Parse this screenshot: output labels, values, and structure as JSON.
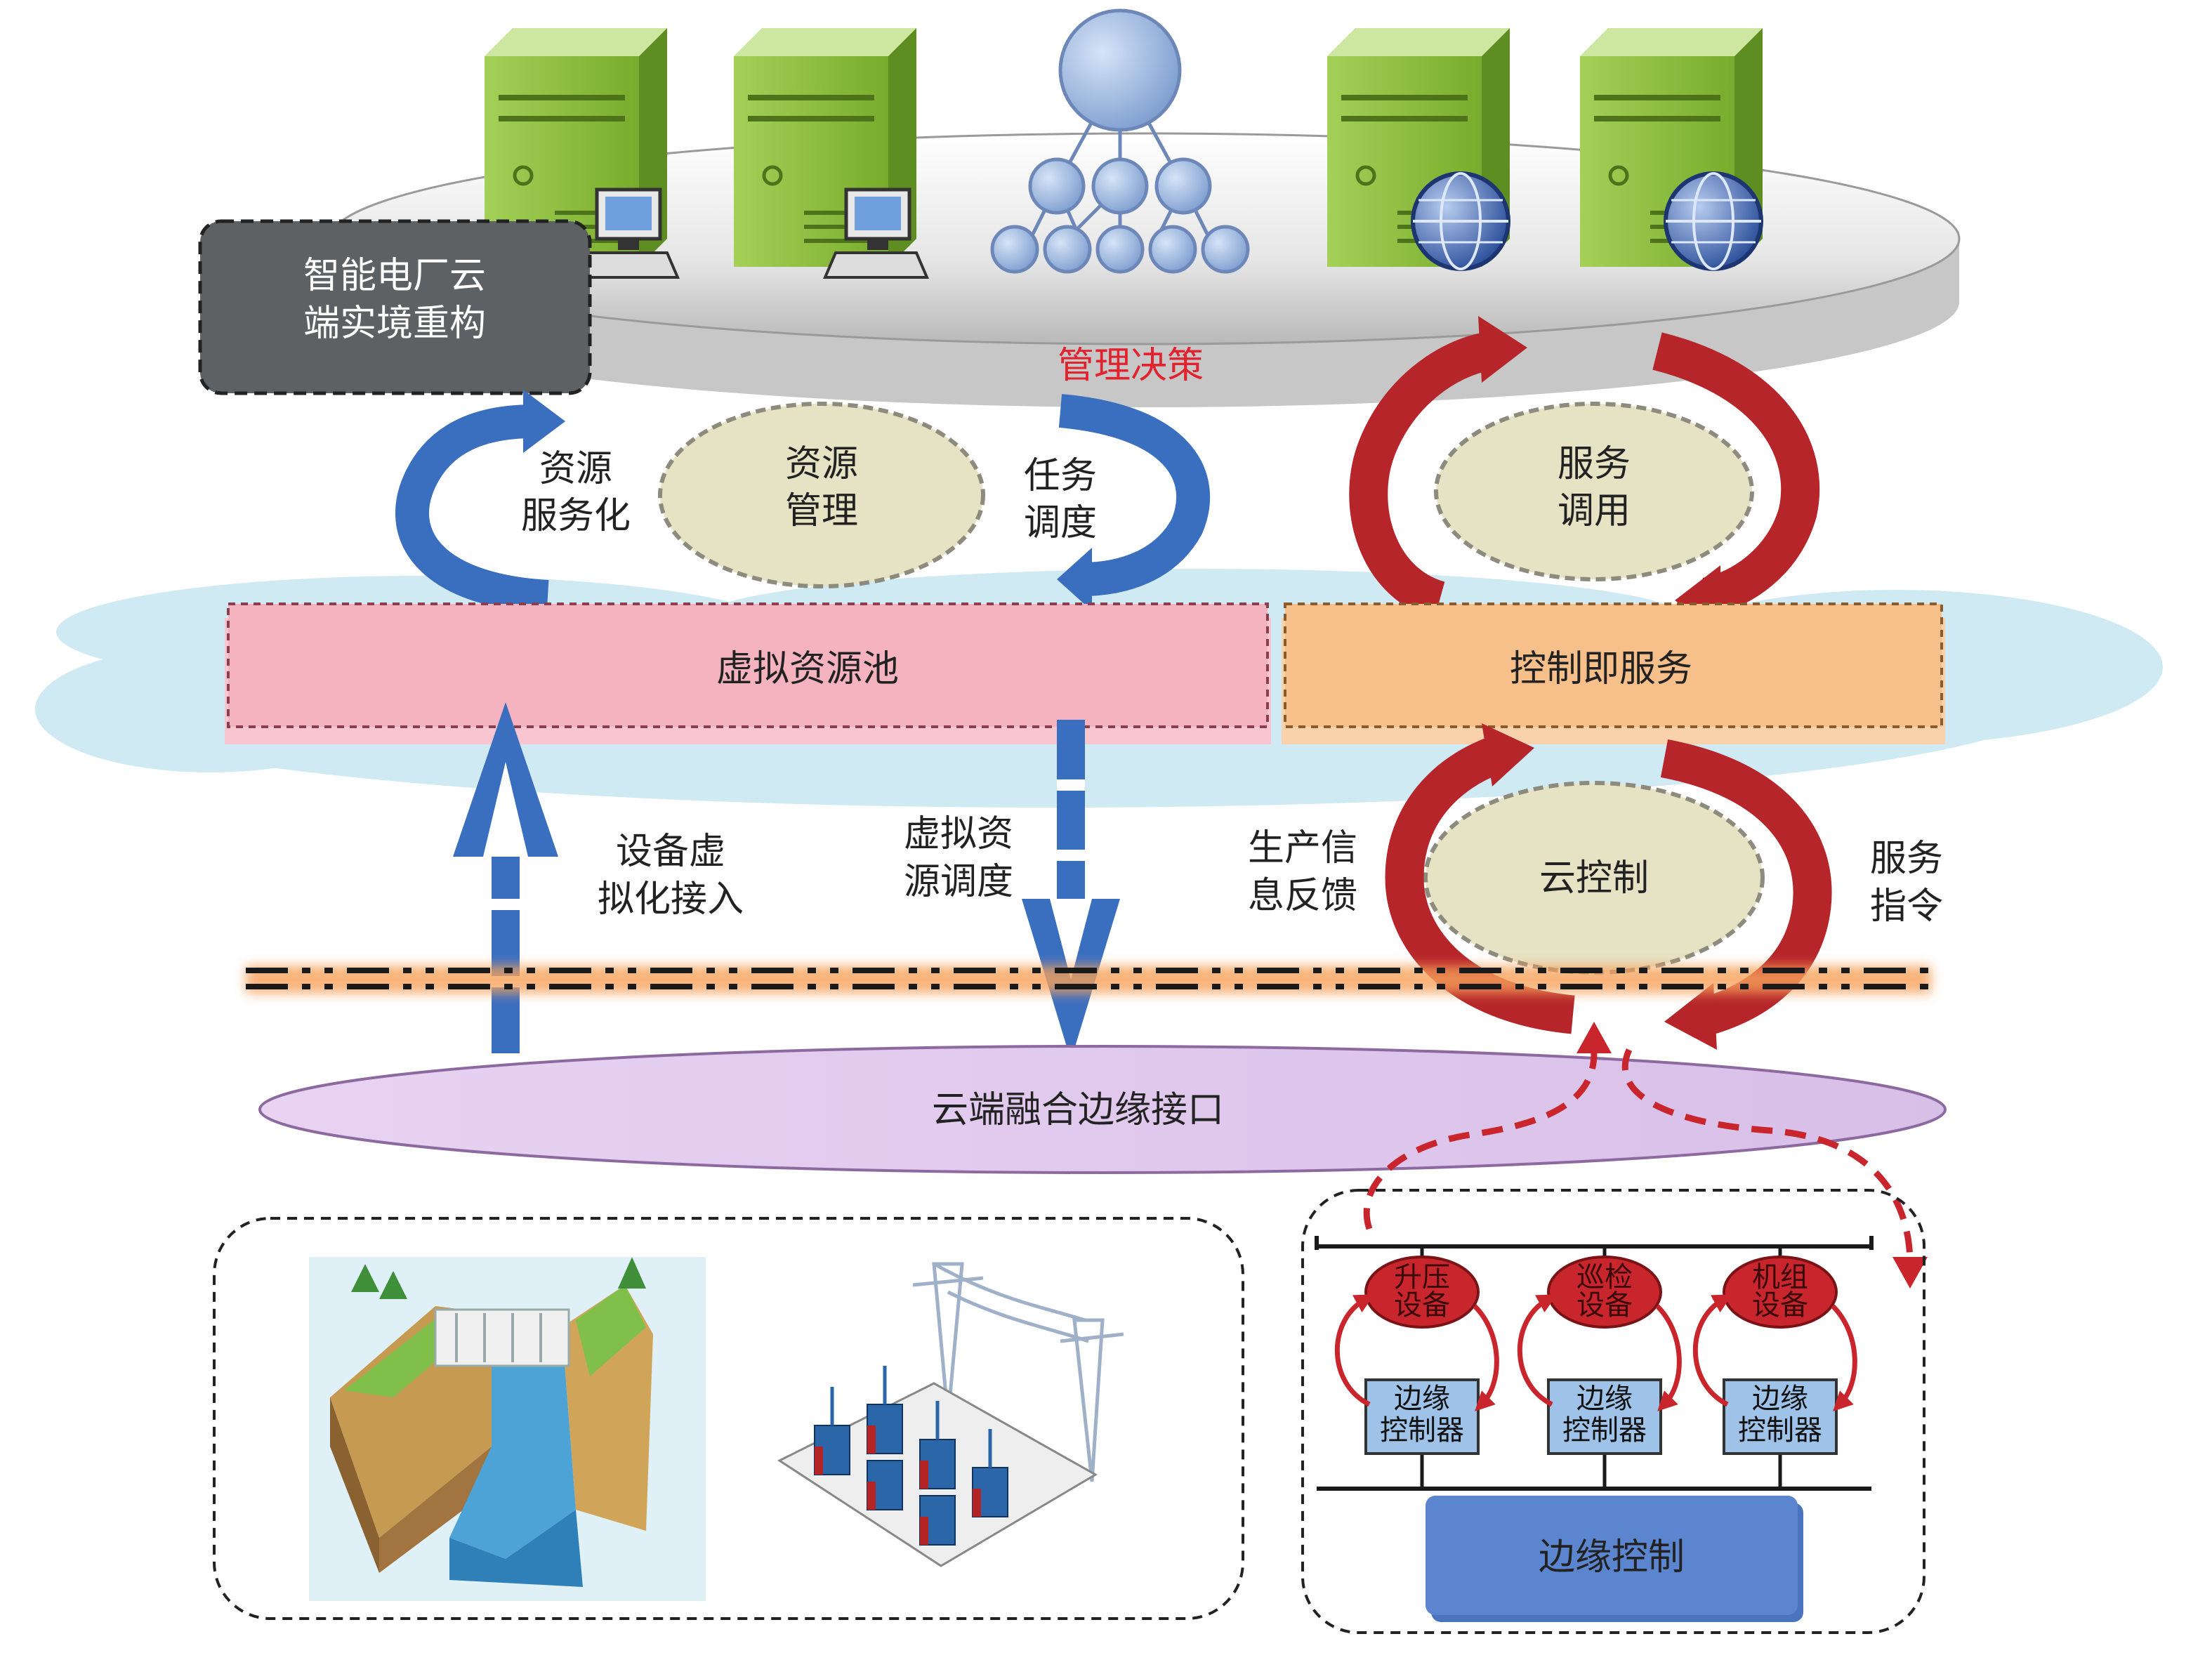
{
  "platform": {
    "reconstruction_box": {
      "line1": "智能电厂云",
      "line2": "端实境重构"
    },
    "decision_label": "管理决策"
  },
  "resource_cycle": {
    "center": {
      "line1": "资源",
      "line2": "管理"
    },
    "left": {
      "line1": "资源",
      "line2": "服务化"
    },
    "right": {
      "line1": "任务",
      "line2": "调度"
    }
  },
  "service_cycle": {
    "center": {
      "line1": "服务",
      "line2": "调用"
    }
  },
  "pools": {
    "virtual": "虚拟资源池",
    "control_service": "控制即服务"
  },
  "mid_labels": {
    "device_access": {
      "line1": "设备虚",
      "line2": "拟化接入"
    },
    "resource_dispatch": {
      "line1": "虚拟资",
      "line2": "源调度"
    },
    "production_feedback": {
      "line1": "生产信",
      "line2": "息反馈"
    },
    "service_command": {
      "line1": "服务",
      "line2": "指令"
    }
  },
  "cloud_control": {
    "label": "云控制"
  },
  "edge_interface": "云端融合边缘接口",
  "edge_panel": {
    "devices": [
      {
        "line1": "升压",
        "line2": "设备"
      },
      {
        "line1": "巡检",
        "line2": "设备"
      },
      {
        "line1": "机组",
        "line2": "设备"
      }
    ],
    "controllers": [
      {
        "line1": "边缘",
        "line2": "控制器"
      },
      {
        "line1": "边缘",
        "line2": "控制器"
      },
      {
        "line1": "边缘",
        "line2": "控制器"
      }
    ],
    "edge_control_label": "边缘控制"
  },
  "icons": [
    "server-icon",
    "workstation-icon",
    "network-hierarchy-icon",
    "globe-icon",
    "hydropower-dam-icon",
    "substation-icon"
  ],
  "colors": {
    "server_green": "#8cbf3f",
    "blue_arrow": "#3a6fc0",
    "red_arrow": "#b5252a",
    "virtual_pool": "#f5b3c0",
    "control_pool": "#f7bf8a",
    "edge_interface": "#e3cdee",
    "edge_control": "#5b86cf",
    "cloud": "#bfe3ef",
    "ellipse": "#e6e2c4"
  }
}
